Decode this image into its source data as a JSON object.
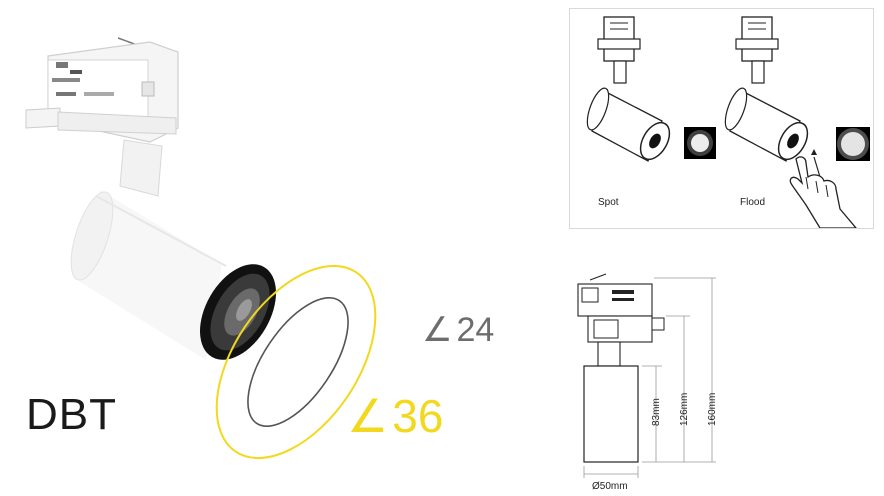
{
  "product": {
    "brand": "DBT",
    "beam_angles": {
      "narrow": "24",
      "wide": "36",
      "narrow_color": "#6d6d6d",
      "wide_color": "#f2d81e"
    }
  },
  "beam_modes": [
    {
      "label": "Spot"
    },
    {
      "label": "Flood"
    }
  ],
  "dimensions": {
    "body_height": "83mm",
    "mid_height": "126mm",
    "total_height": "160mm",
    "diameter": "Ø50mm"
  },
  "icons": [
    "track-spotlight-icon",
    "spot-mode-icon",
    "flood-mode-icon",
    "hand-icon",
    "dimension-drawing-icon"
  ]
}
